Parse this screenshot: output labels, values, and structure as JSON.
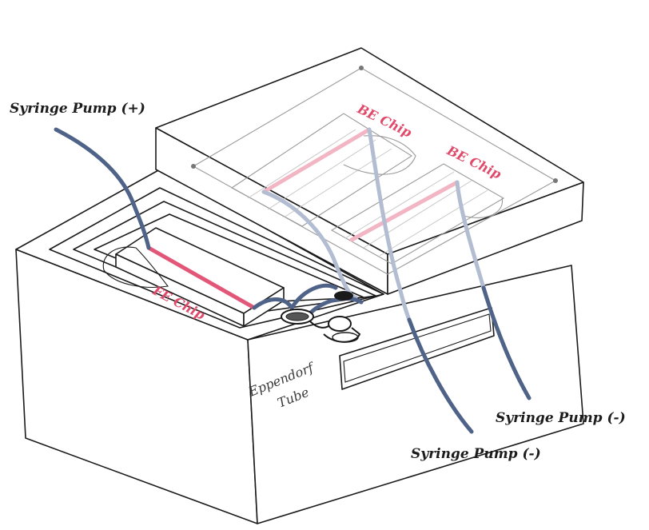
{
  "labels": {
    "pump_plus": "Syringe Pump (+)",
    "pump_minus_right": "Syringe Pump (-)",
    "pump_minus_bottom": "Syringe Pump (-)",
    "fe_chip": "FE Chip",
    "be_chip_left": "BE Chip",
    "be_chip_right": "BE Chip",
    "eppendorf_line1": "Eppendorf",
    "eppendorf_line2": "Tube"
  },
  "colors": {
    "tube": "#4f6288",
    "tube_faded": "#b3bdd2",
    "channel": "#e25777",
    "channel_faded": "#f2b5c3",
    "outline": "#1a1a1a"
  }
}
